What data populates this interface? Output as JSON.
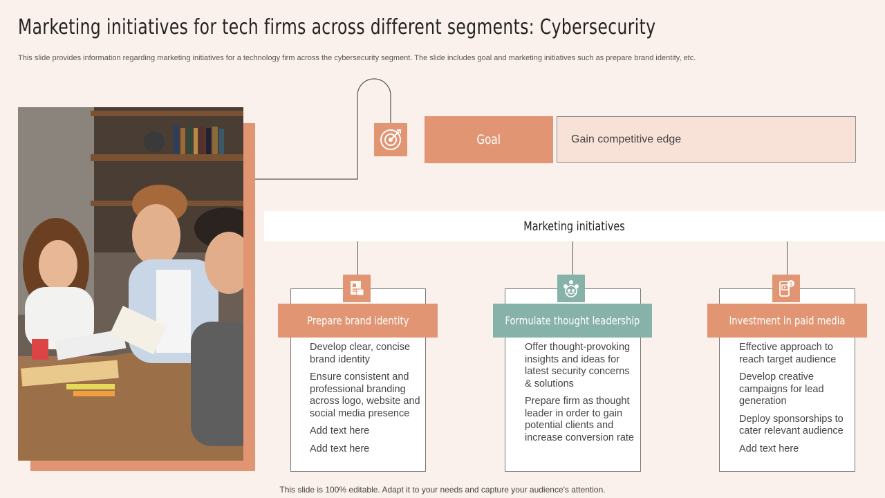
{
  "title": "Marketing initiatives for tech firms across different segments: Cybersecurity",
  "subtitle": "This slide provides information regarding marketing initiatives for a technology firm across the cybersecurity segment. The slide includes goal and marketing initiatives such as prepare brand identity, etc.",
  "goal": {
    "label": "Goal",
    "value": "Gain competitive edge",
    "icon": "target-icon"
  },
  "marketing_bar": {
    "label": "Marketing initiatives"
  },
  "initiatives": [
    {
      "title": "Prepare brand identity",
      "icon": "document-icon",
      "color": "#e19573",
      "points": [
        "Develop clear, concise brand identity",
        "Ensure consistent and professional branding across logo, website and social media presence",
        "Add text here",
        "Add text here"
      ]
    },
    {
      "title": "Formulate thought leadership",
      "icon": "team-idea-icon",
      "color": "#86b2a9",
      "points": [
        "Offer thought-provoking insights and ideas for latest security concerns & solutions",
        "Prepare firm as thought leader in order to gain potential clients and increase conversion rate"
      ]
    },
    {
      "title": "Investment in paid media",
      "icon": "mobile-ad-icon",
      "color": "#e19573",
      "points": [
        "Effective approach to reach target audience",
        "Develop creative campaigns for lead generation",
        "Deploy sponsorships to cater relevant audience",
        "Add text here"
      ]
    }
  ],
  "footer": "This slide is 100% editable. Adapt it to your needs and capture your audience's attention.",
  "colors": {
    "accent": "#e19573",
    "teal": "#86b2a9",
    "background": "#fbf1ec",
    "goal_value_bg": "#f8e2d8"
  }
}
